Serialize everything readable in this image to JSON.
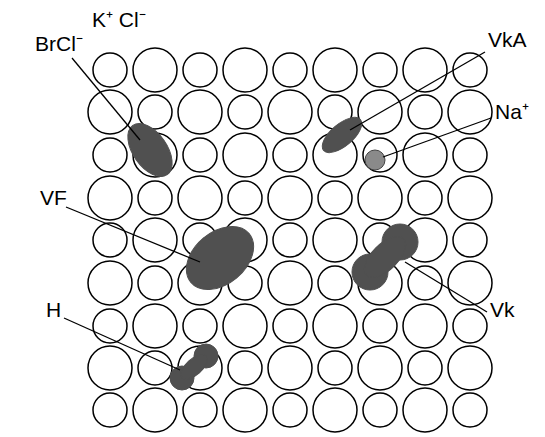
{
  "diagram": {
    "labels": [
      "K⁺ Cl⁻",
      "BrCl⁻",
      "VkA",
      "Na⁺",
      "VF",
      "Vk",
      "H"
    ]
  }
}
